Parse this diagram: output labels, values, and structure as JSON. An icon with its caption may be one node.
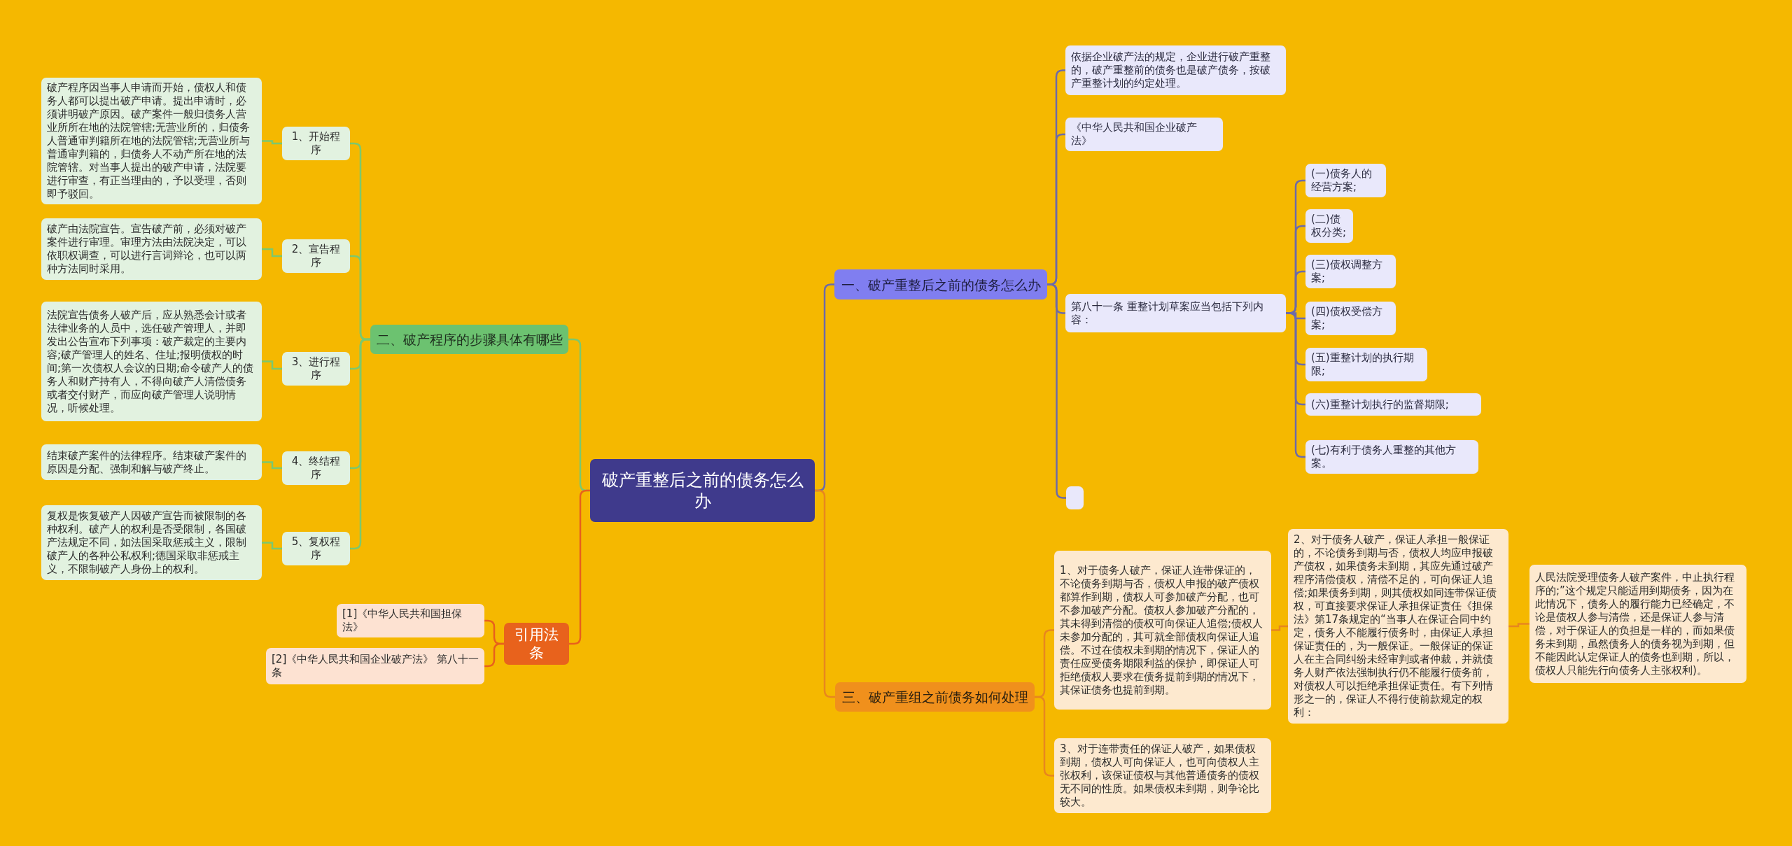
{
  "diagram": {
    "nodes": [
      {
        "text": [
          "破产重整后之前的债务怎么办"
        ]
      },
      {
        "text": [
          "一、破产重整后之前的债务怎么办"
        ]
      },
      {
        "text": [
          "依据企业破产法的规定，企业进行破产重整的，破产重整前的债务也是破产债务，按破产重整计划的约定处理。"
        ]
      },
      {
        "text": [
          "《中华人民共和国企业破产法》"
        ]
      },
      {
        "text": [
          "第八十一条 重整计划草案应当包括下列内容："
        ]
      },
      {
        "text": [
          "(一)债务人的经营方案;"
        ]
      },
      {
        "text": [
          "(二)债权分类;"
        ]
      },
      {
        "text": [
          "(三)债权调整方案;"
        ]
      },
      {
        "text": [
          "(四)债权受偿方案;"
        ]
      },
      {
        "text": [
          "(五)重整计划的执行期限;"
        ]
      },
      {
        "text": [
          "(六)重整计划执行的监督期限;"
        ]
      },
      {
        "text": [
          "(七)有利于债务人重整的其他方案。"
        ]
      },
      {
        "text": [],
        "shape": "box"
      },
      {
        "text": [
          "三、破产重组之前债务如何处理"
        ]
      },
      {
        "text": [
          "1、对于债务人破产，保证人连带保证的，不论债务到期与否，债权人申报的破产债权都算作到期，债权人可参加破产分配，也可不参加破产分配。债权人参加破产分配的，其未得到清偿的债权可向保证人追偿;债权人未参加分配的，其可就全部债权向保证人追偿。不过在债权未到期的情况下，保证人的责任应受债务期限利益的保护，即保证人可拒绝债权人要求在债务提前到期的情况下，其保证债务也提前到期。"
        ]
      },
      {
        "text": [
          "2、对于债务人破产，保证人承担一般保证的，不论债务到期与否，债权人均应申报破产债权，如果债务未到期，其应先通过破产程序清偿债权，清偿不足的，可向保证人追偿;如果债务到期，则其债权如同连带保证债权，可直接要求保证人承担保证责任《担保法》第17条规定的“当事人在保证合同中约定，债务人不能履行债务时，由保证人承担保证责任的，为一般保证。一般保证的保证人在主合同纠纷未经审判或者仲裁，并就债务人财产依法强制执行仍不能履行债务前，对债权人可以拒绝承担保证责任。有下列情形之一的，保证人不得行使前款规定的权利："
        ]
      },
      {
        "text": [
          "人民法院受理债务人破产案件，中止执行程序的;”这个规定只能适用到期债务，因为在此情况下，债务人的履行能力已经确定，不论是债权人参与清偿，还是保证人参与清偿，对于保证人的负担是一样的，而如果债务未到期，虽然债务人的债务视为到期，但不能因此认定保证人的债务也到期，所以，债权人只能先行向债务人主张权利)。"
        ]
      },
      {
        "text": [
          "3、对于连带责任的保证人破产，如果债权到期，债权人可向保证人，也可向债权人主张权利，该保证债权与其他普通债务的债权无不同的性质。如果债权未到期，则争论比较大。"
        ]
      },
      {
        "text": [
          "二、破产程序的步骤具体有哪些"
        ]
      },
      {
        "text": [
          "1、开始程序"
        ]
      },
      {
        "text": [
          "破产程序因当事人申请而开始，债权人和债务人都可以提出破产申请。提出申请时，必须讲明破产原因。破产案件一般归债务人营业所所在地的法院管辖;无营业所的，归债务人普通审判籍所在地的法院管辖;无营业所与普通审判籍的，归债务人不动产所在地的法院管辖。对当事人提出的破产申请，法院要进行审查，有正当理由的，予以受理，否则即予驳回。"
        ]
      },
      {
        "text": [
          "2、宣告程序"
        ]
      },
      {
        "text": [
          "破产由法院宣告。宣告破产前，必须对破产案件进行审理。审理方法由法院决定，可以依职权调查，可以进行言词辩论，也可以两种方法同时采用。"
        ]
      },
      {
        "text": [
          "3、进行程序"
        ]
      },
      {
        "text": [
          "法院宣告债务人破产后，应从熟悉会计或者法律业务的人员中，选任破产管理人，并即发出公告宣布下列事项：破产裁定的主要内容;破产管理人的姓名、住址;报明债权的时间;第一次债权人会议的日期;命令破产人的债务人和财产持有人，不得向破产人清偿债务或者交付财产，而应向破产管理人说明情况，听候处理。"
        ]
      },
      {
        "text": [
          "4、终结程序"
        ]
      },
      {
        "text": [
          "结束破产案件的法律程序。结束破产案件的原因是分配、强制和解与破产终止。"
        ]
      },
      {
        "text": [
          "5、复权程序"
        ]
      },
      {
        "text": [
          "复权是恢复破产人因破产宣告而被限制的各种权利。破产人的权利是否受限制，各国破产法规定不同，如法国采取惩戒主义，限制破产人的各种公私权利;德国采取非惩戒主义，不限制破产人身份上的权利。"
        ]
      },
      {
        "text": [
          "引用法条"
        ]
      },
      {
        "text": [
          "[1]《中华人民共和国担保法》"
        ]
      },
      {
        "text": [
          "[2]《中华人民共和国企业破产法》 第八十一条"
        ]
      }
    ],
    "edges": [
      {
        "from": 0,
        "to": 1,
        "arrow": "none"
      },
      {
        "from": 1,
        "to": 2,
        "arrow": "none"
      },
      {
        "from": 1,
        "to": 3,
        "arrow": "none"
      },
      {
        "from": 1,
        "to": 4,
        "arrow": "none"
      },
      {
        "from": 4,
        "to": 5,
        "arrow": "none"
      },
      {
        "from": 4,
        "to": 6,
        "arrow": "none"
      },
      {
        "from": 4,
        "to": 7,
        "arrow": "none"
      },
      {
        "from": 4,
        "to": 8,
        "arrow": "none"
      },
      {
        "from": 4,
        "to": 9,
        "arrow": "none"
      },
      {
        "from": 4,
        "to": 10,
        "arrow": "none"
      },
      {
        "from": 4,
        "to": 11,
        "arrow": "none"
      },
      {
        "from": 1,
        "to": 12,
        "arrow": "none"
      },
      {
        "from": 0,
        "to": 13,
        "arrow": "none",
        "color": "#e8861e"
      },
      {
        "from": 13,
        "to": 14,
        "arrow": "none",
        "color": "#e8861e"
      },
      {
        "from": 14,
        "to": 15,
        "arrow": "none",
        "color": "#e8861e"
      },
      {
        "from": 15,
        "to": 16,
        "arrow": "none",
        "color": "#e8861e"
      },
      {
        "from": 13,
        "to": 17,
        "arrow": "none",
        "color": "#e8861e"
      },
      {
        "from": 0,
        "to": 18,
        "arrow": "none",
        "color": "#7cc86e"
      },
      {
        "from": 18,
        "to": 19,
        "arrow": "none",
        "color": "#7cc86e"
      },
      {
        "from": 19,
        "to": 20,
        "arrow": "none",
        "color": "#7cc86e"
      },
      {
        "from": 18,
        "to": 21,
        "arrow": "none",
        "color": "#7cc86e"
      },
      {
        "from": 21,
        "to": 22,
        "arrow": "none",
        "color": "#7cc86e"
      },
      {
        "from": 18,
        "to": 23,
        "arrow": "none",
        "color": "#7cc86e"
      },
      {
        "from": 23,
        "to": 24,
        "arrow": "none",
        "color": "#7cc86e"
      },
      {
        "from": 18,
        "to": 25,
        "arrow": "none",
        "color": "#7cc86e"
      },
      {
        "from": 25,
        "to": 26,
        "arrow": "none",
        "color": "#7cc86e"
      },
      {
        "from": 18,
        "to": 27,
        "arrow": "none",
        "color": "#7cc86e"
      },
      {
        "from": 27,
        "to": 28,
        "arrow": "none",
        "color": "#7cc86e"
      },
      {
        "from": 0,
        "to": 29,
        "arrow": "none",
        "color": "#e8601c"
      },
      {
        "from": 29,
        "to": 30,
        "arrow": "none",
        "color": "#e8601c"
      },
      {
        "from": 29,
        "to": 31,
        "arrow": "none",
        "color": "#e8601c"
      }
    ]
  }
}
